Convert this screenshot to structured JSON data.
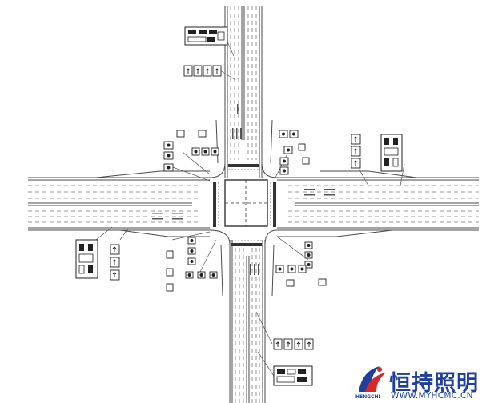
{
  "diagram": {
    "colors": {
      "line": "#4a4a4a",
      "signal": "#222222",
      "brand_blue": "#1f3f9a",
      "brand_red": "#d8262b"
    }
  },
  "watermark": {
    "name_cn": "恒持照明",
    "url": "WWW.MYHCMC.CN",
    "brand": "HENGCHI"
  }
}
